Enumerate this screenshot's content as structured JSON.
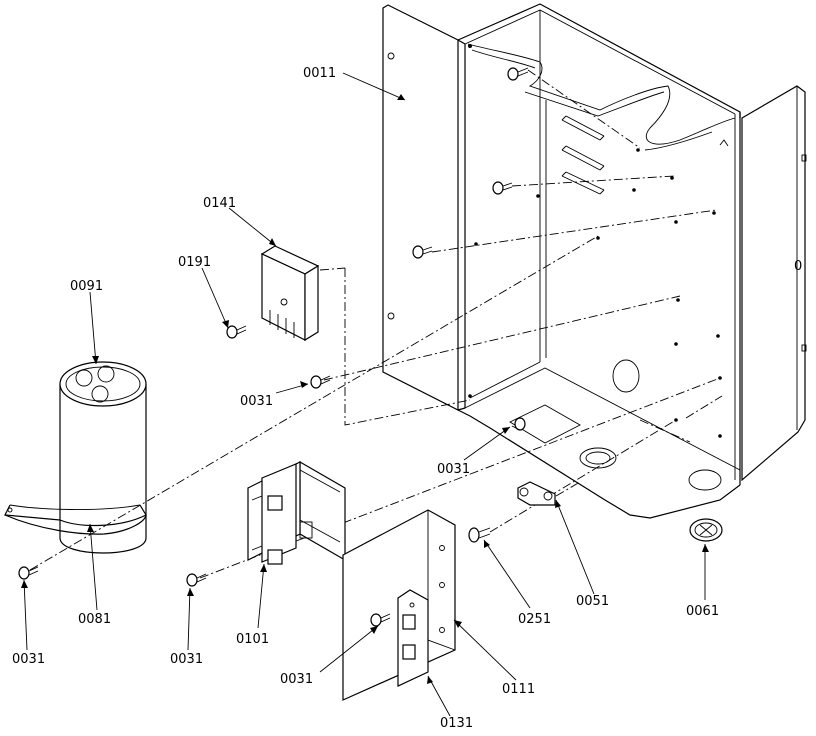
{
  "callouts": {
    "c0011": "0011",
    "c0141": "0141",
    "c0191": "0191",
    "c0091": "0091",
    "c0031_a": "0031",
    "c0031_b": "0031",
    "c0031_c": "0031",
    "c0031_d": "0031",
    "c0031_e": "0031",
    "c0081": "0081",
    "c0101": "0101",
    "c0111": "0111",
    "c0131": "0131",
    "c0251": "0251",
    "c0051": "0051",
    "c0061": "0061"
  }
}
